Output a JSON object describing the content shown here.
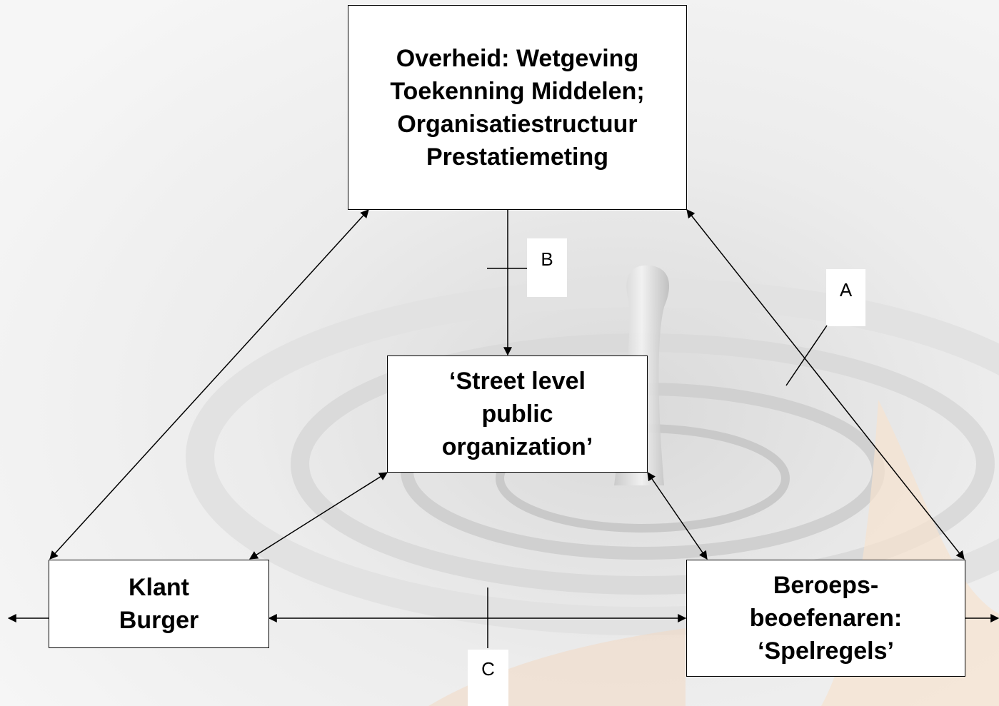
{
  "nodes": {
    "overheid": {
      "lines": [
        "Overheid: Wetgeving",
        "Toekenning Middelen;",
        "Organisatiestructuur",
        "Prestatiemeting"
      ]
    },
    "street": {
      "lines": [
        "‘Street level",
        "public",
        "organization’"
      ]
    },
    "klant": {
      "lines": [
        "Klant",
        "Burger"
      ]
    },
    "beroeps": {
      "lines": [
        "Beroeps-",
        "beoefenaren:",
        "‘Spelregels’"
      ]
    }
  },
  "labels": {
    "a": "A",
    "b": "B",
    "c": "C"
  },
  "colors": {
    "line": "#000000",
    "box_fill": "#ffffff",
    "background": "#f1f1f1"
  }
}
